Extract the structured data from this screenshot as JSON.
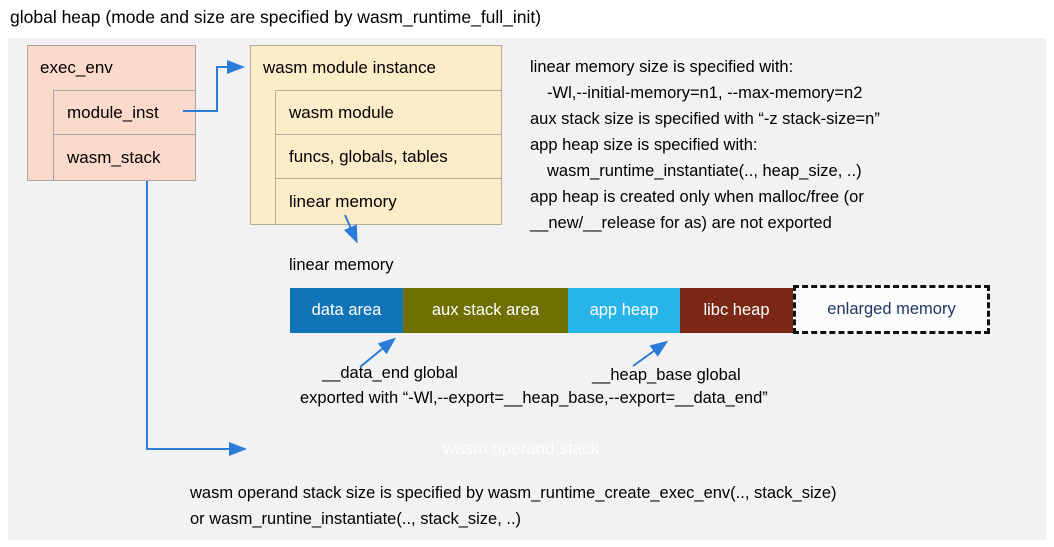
{
  "title": "global heap (mode and size are specified by wasm_runtime_full_init)",
  "exec_env": {
    "header": "exec_env",
    "rows": [
      "module_inst",
      "wasm_stack"
    ]
  },
  "module_instance": {
    "header": "wasm module instance",
    "rows": [
      "wasm module",
      "funcs, globals, tables",
      "linear memory"
    ]
  },
  "right_notes": {
    "lines": [
      "linear memory size is specified with:",
      "-Wl,--initial-memory=n1, --max-memory=n2",
      "aux stack size is specified with “-z stack-size=n”",
      "app heap size is specified with:",
      "wasm_runtime_instantiate(.., heap_size, ..)",
      "app heap is created only when malloc/free (or",
      "__new/__release for as) are not exported"
    ]
  },
  "linear_memory": {
    "label": "linear memory",
    "segments": [
      {
        "label": "data area",
        "color": "#1173b8"
      },
      {
        "label": "aux stack area",
        "color": "#6e7004"
      },
      {
        "label": "app heap",
        "color": "#27b4e8"
      },
      {
        "label": "libc heap",
        "color": "#7a2715"
      },
      {
        "label": "enlarged memory",
        "color": "#fcfcfc"
      }
    ]
  },
  "annotations": {
    "data_end": "__data_end global",
    "heap_base": "__heap_base global",
    "exported": "exported with “-Wl,--export=__heap_base,--export=__data_end”"
  },
  "operand_stack": {
    "label": "wasm operand stack"
  },
  "bottom_notes": {
    "lines": [
      "wasm operand stack size is specified by wasm_runtime_create_exec_env(.., stack_size)",
      "or wasm_runtine_instantiate(.., stack_size, ..)"
    ]
  },
  "colors": {
    "panel_bg": "#f2f2f2",
    "exec_env_fill": "#fbd9cb",
    "module_instance_fill": "#fdecc8",
    "box_border": "#a6a6a6",
    "data_area": "#1173b8",
    "aux_stack_area": "#6e7004",
    "app_heap": "#27b4e8",
    "libc_heap": "#7a2715",
    "enlarged_memory_text": "#1f3864",
    "operand_stack_fill": "#0b5ba0",
    "connector": "#2b7bd9"
  }
}
